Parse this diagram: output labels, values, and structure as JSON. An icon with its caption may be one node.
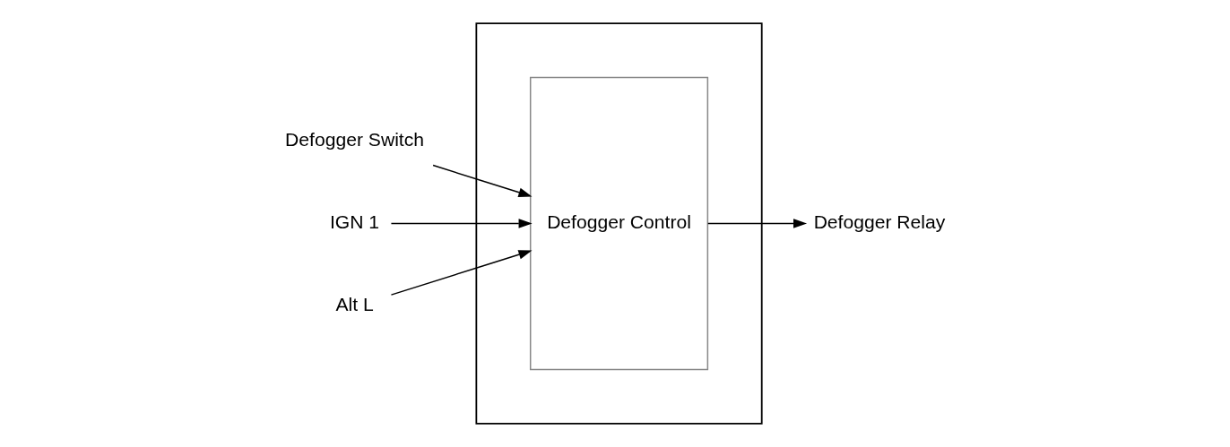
{
  "diagram": {
    "nodes": [
      {
        "text": [],
        "shape": "box"
      },
      {
        "text": [
          "Defogger Control"
        ],
        "in": 0
      },
      {
        "text": [
          "Defogger Switch"
        ]
      },
      {
        "text": [
          "IGN 1"
        ]
      },
      {
        "text": [
          "Alt L"
        ]
      },
      {
        "text": [
          "Defogger Relay"
        ]
      }
    ],
    "edges": [
      {
        "from": 2,
        "to": 1,
        "arrow": "to"
      },
      {
        "from": 3,
        "to": 1,
        "arrow": "to"
      },
      {
        "from": 4,
        "to": 1,
        "arrow": "to"
      },
      {
        "from": 1,
        "to": 5,
        "arrow": "to"
      }
    ]
  }
}
